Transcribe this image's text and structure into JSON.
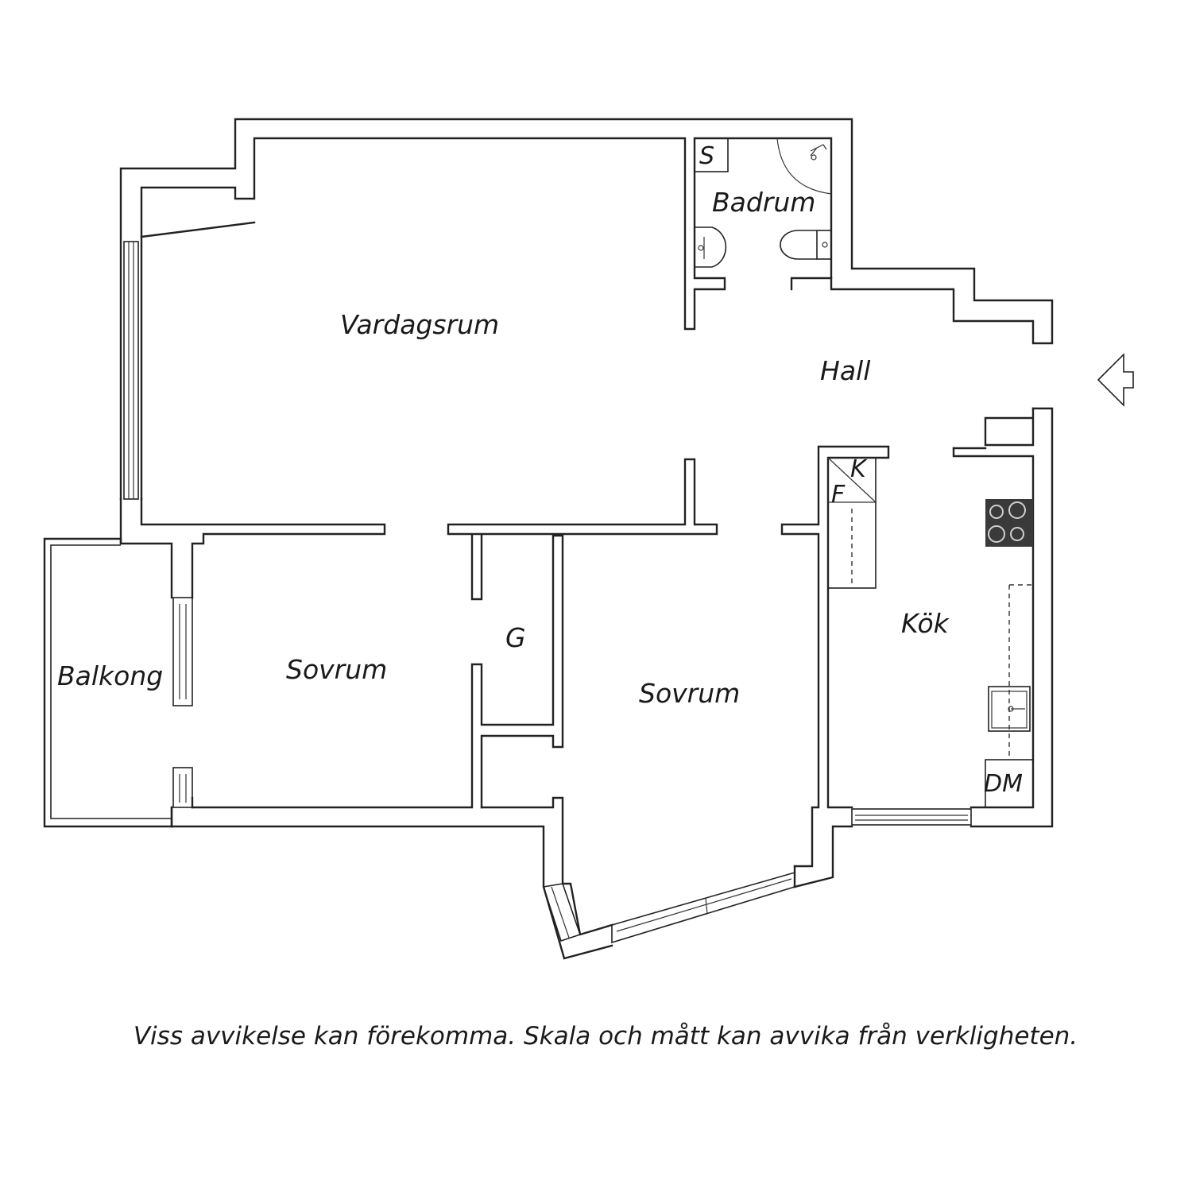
{
  "rooms": {
    "vardagsrum": "Vardagsrum",
    "badrum": "Badrum",
    "hall": "Hall",
    "balkong": "Balkong",
    "sovrum_1": "Sovrum",
    "sovrum_2": "Sovrum",
    "garderob": "G",
    "kok": "Kök"
  },
  "fixtures": {
    "storage": "S",
    "fridge": "K",
    "freezer": "F",
    "dishwasher": "DM"
  },
  "entrance_marker": "entrance-arrow-icon",
  "disclaimer": "Viss avvikelse kan förekomma. Skala och mått kan avvika från verkligheten."
}
